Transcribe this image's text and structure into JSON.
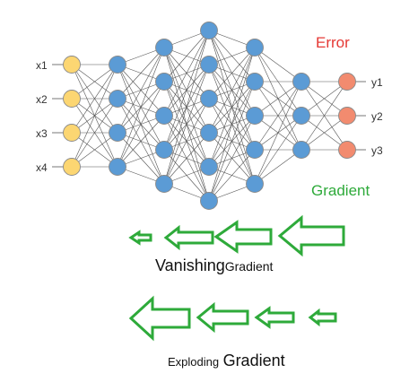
{
  "network": {
    "layers": [
      4,
      4,
      5,
      6,
      5,
      3,
      3
    ],
    "inputs": [
      "x1",
      "x2",
      "x3",
      "x4"
    ],
    "outputs": [
      "y1",
      "y2",
      "y3"
    ]
  },
  "labels": {
    "error": "Error",
    "gradient": "Gradient"
  },
  "captions": {
    "vanishing_word": "Vanishing",
    "vanishing_gradient": "Gradient",
    "exploding_word": "Exploding",
    "exploding_gradient": "Gradient"
  },
  "colors": {
    "input_node": "#fcd672",
    "hidden_node": "#5b9bd5",
    "output_node": "#f28b6f",
    "error": "#e53935",
    "gradient": "#2eaa3a",
    "edge": "#555555"
  }
}
